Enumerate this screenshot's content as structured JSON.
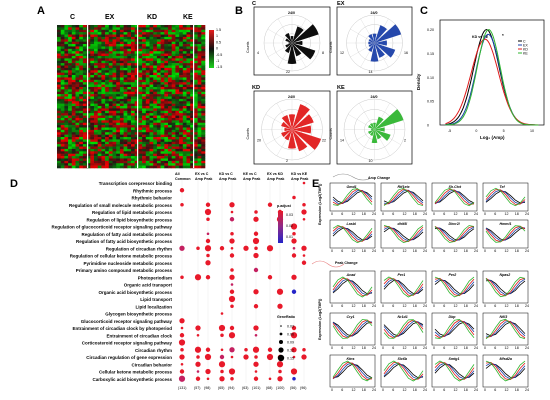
{
  "panels": [
    "A",
    "B",
    "C",
    "D",
    "E"
  ],
  "panel_a": {
    "groups": [
      "C",
      "EX",
      "KD",
      "KE"
    ],
    "legend_ticks": [
      "1.5",
      "1",
      "0.5",
      "0",
      "-0.5",
      "-1",
      "-1.5"
    ]
  },
  "panel_b": {
    "roses": [
      {
        "label": "C",
        "color": "#000000"
      },
      {
        "label": "EX",
        "color": "#1a3fa8"
      },
      {
        "label": "KD",
        "color": "#e01b1b"
      },
      {
        "label": "KE",
        "color": "#2fb52f"
      }
    ],
    "top_hour": "24/0",
    "hours": [
      "4",
      "8",
      "12",
      "16",
      "20",
      "22",
      "14",
      "2",
      "10"
    ],
    "ylabel": "Counts"
  },
  "panel_c": {
    "title": "KD vs KE",
    "star": "*",
    "ylabel": "Density",
    "xlabel": "Log₂ (Amp)",
    "xticks": [
      "-5",
      "0",
      "5",
      "10"
    ],
    "yticks": [
      "0",
      "0.05",
      "0.10",
      "0.15",
      "0.20"
    ],
    "legend": [
      "C",
      "EX",
      "KD",
      "KE"
    ]
  },
  "panel_d": {
    "col_headers": [
      "All\nCommon",
      "EX vs C\nAmp  Peak",
      "KD vs C\nAmp  Peak",
      "KE vs C\nAmp  Peak",
      "EX vs KD\nAmp  Peak",
      "KD vs KE\nAmp  Peak"
    ],
    "counts": [
      "(131)",
      "(57)",
      "(98)",
      "(65)",
      "(94)",
      "(63)",
      "(101)",
      "(68)",
      "(100)",
      "(56)",
      "(96)"
    ],
    "terms": [
      "Transcription corepressor binding",
      "Rhythmic process",
      "Rhythmic behavior",
      "Regulation of small molecule metabolic process",
      "Regulation of lipid metabolic process",
      "Regulation of lipid biosynthetic process",
      "Regulation of glucocorticoid receptor signaling pathway",
      "Regulation of fatty acid metabolic process",
      "Regulation of fatty acid biosynthetic process",
      "Regulation of circadian rhythm",
      "Regulation of cellular ketone metabolic process",
      "Pyrimidine nucleoside metabolic process",
      "Primary amino compound metabolic process",
      "Photoperiodism",
      "Organic acid transport",
      "Organic acid biosynthetic process",
      "Lipid transport",
      "Lipid localization",
      "Glycogen biosynthetic process",
      "Glucocorticoid receptor signaling pathway",
      "Entrainment of circadian clock by photoperiod",
      "Entrainment of circadian clock",
      "Corticosteroid receptor signaling pathway",
      "Circadian rhythm",
      "Circadian regulation of gene expression",
      "Circadian behavior",
      "Cellular ketone metabolic process",
      "Carboxylic acid biosynthetic process"
    ],
    "padj_title": "p.adjust",
    "padj_ticks": [
      "0.03",
      "0.02",
      "0.01"
    ],
    "gene_ratio_title": "GeneRatio",
    "gene_ratio_ticks": [
      "0.03",
      "0.06",
      "0.09",
      "0.12",
      "0.15"
    ]
  },
  "panel_e": {
    "amp_label": "Amp Change",
    "peak_label": "Peak Change",
    "ylabel": "Expression (Log2(TMP))",
    "xticks": [
      "0",
      "6",
      "12",
      "18",
      "24"
    ],
    "amp_genes": [
      "Gmd1",
      "Rtf1etx",
      "Sh.Ctxt",
      "Tef",
      "Lasbl",
      "dhit5l",
      "Dhcr2l",
      "Hmml1"
    ],
    "peak_genes": [
      "Acad",
      "Per1",
      "Per2",
      "Npas2",
      "Cry1",
      "Nr1d1",
      "Dbp",
      "Nfil3",
      "Ktns",
      "Slc6b",
      "Smtg1",
      "Mfsd2a"
    ],
    "colors": [
      "#000000",
      "#1a3fa8",
      "#e01b1b",
      "#2fb52f"
    ]
  }
}
